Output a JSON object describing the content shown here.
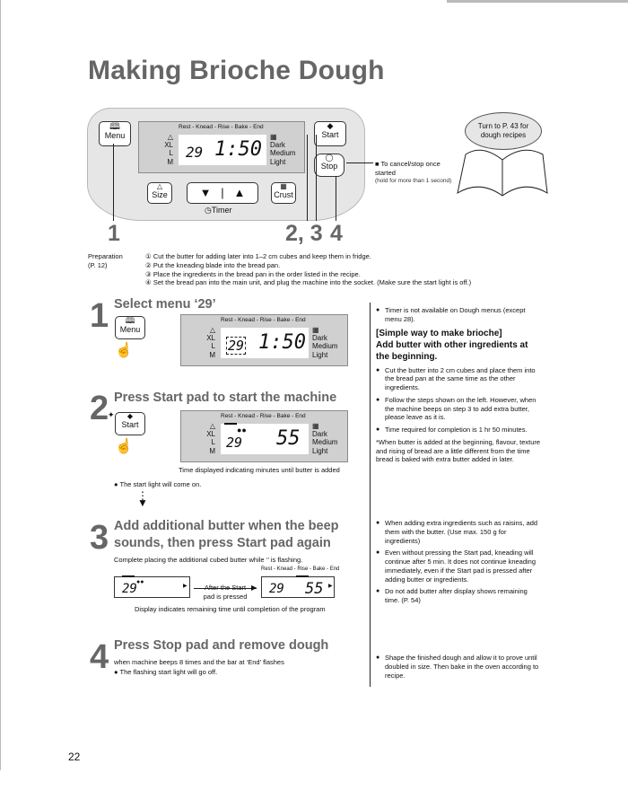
{
  "page_title": "Making Brioche Dough",
  "panel": {
    "menu_label": "Menu",
    "start_label": "Start",
    "stop_label": "Stop",
    "size_label": "Size",
    "crust_label": "Crust",
    "timer_label": "Timer",
    "stages": "Rest - Knead - Rise - Bake - End",
    "sizes": [
      "XL",
      "L",
      "M"
    ],
    "crusts": [
      "Dark",
      "Medium",
      "Light"
    ],
    "menu_number": "29",
    "time": "1:50"
  },
  "stop_note": {
    "main": "To cancel/stop once started",
    "hint": "(hold for more than 1 second)"
  },
  "recipe_bubble": "Turn to P. 43 for dough recipes",
  "callouts": [
    "1",
    "2, 3",
    "4"
  ],
  "preparation": {
    "label": "Preparation",
    "page": "(P. 12)",
    "steps": [
      {
        "num": "①",
        "text": "Cut the butter for adding later into 1–2 cm cubes and keep them in fridge."
      },
      {
        "num": "②",
        "text": "Put the kneading blade into the bread pan."
      },
      {
        "num": "③",
        "text": "Place the ingredients in the bread pan in the order listed in the recipe."
      },
      {
        "num": "④",
        "text": "Set the bread pan into the main unit, and plug the machine into the socket. (Make sure the start light is off.)"
      }
    ]
  },
  "steps": [
    {
      "num": "1",
      "heading": "Select menu ‘29’",
      "button": "Menu",
      "display_menu": "29",
      "display_time": "1:50"
    },
    {
      "num": "2",
      "heading": "Press Start pad to start the machine",
      "button": "Start",
      "display_menu": "29",
      "display_time": "55",
      "caption": "Time displayed indicating minutes until butter is added",
      "note": "The start light will come on."
    },
    {
      "num": "3",
      "heading_line1": "Add additional butter when the beep",
      "heading_line2": "sounds, then press Start pad again",
      "sub": "Complete placing  the additional cubed butter while ‘’ is flashing.",
      "before_menu": "29",
      "arrow_label": "After the Start pad is pressed",
      "after_menu": "29",
      "after_time": "55",
      "stages_small": "Rest - Knead - Rise - Bake - End",
      "caption": "Display indicates remaining time until completion of the program"
    },
    {
      "num": "4",
      "heading": "Press Stop pad and remove dough",
      "sub": "when machine beeps 8 times and the bar at ‘End’ flashes",
      "note": "The flashing start light will go off."
    }
  ],
  "right_notes_1": {
    "timer_note": "Timer is not available on Dough menus (except menu 28).",
    "simple_head": "[Simple way to make brioche]",
    "simple_sub": "Add butter with other ingredients at the beginning.",
    "items": [
      "Cut the butter into 2 cm cubes and place them into the bread pan at the same time as the other ingredients.",
      "Follow the steps shown on the left. However, when the machine beeps on step 3 to add extra butter, please leave as it is.",
      "Time required for completion is 1 hr 50 minutes."
    ],
    "asterisk": "*When butter is added at the beginning, flavour, texture and rising of bread are a little different from the time bread is baked with extra butter added in later."
  },
  "right_notes_2": [
    "When adding extra ingredients such as raisins, add them with the butter. (Use max. 150 g for ingredients)",
    "Even without pressing the Start pad, kneading will continue after 5 min. It does not continue kneading immediately, even if the Start pad is pressed after adding butter or ingredients.",
    "Do not add butter after display shows remaining time. (P. 54)"
  ],
  "right_notes_3": "Shape the finished dough and allow it to prove until doubled in size. Then bake in the oven according to recipe.",
  "page_number": "22"
}
